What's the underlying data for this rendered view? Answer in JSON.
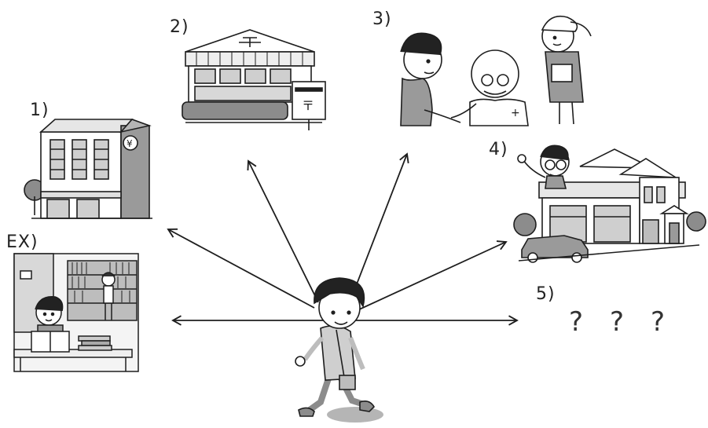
{
  "labels": {
    "ex": "EX)",
    "one": "1)",
    "two": "2)",
    "three": "3)",
    "four": "4)",
    "five": "5)"
  },
  "question_marks": [
    "?",
    "?",
    "?"
  ],
  "icons": {
    "bank": "bank-building-icon",
    "post_office": "post-office-icon",
    "clinic": "doctor-visit-icon",
    "house": "house-icon",
    "library": "library-icon",
    "boy": "walking-boy-icon"
  },
  "colors": {
    "ink": "#1e1e1e",
    "gray": "#8c8c8c",
    "light_gray": "#cfcfcf",
    "shadow": "#b5b5b5"
  }
}
